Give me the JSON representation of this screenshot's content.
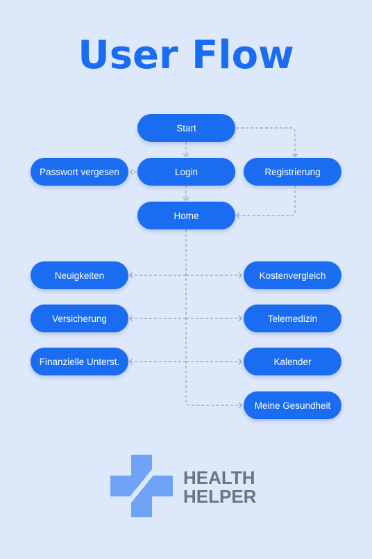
{
  "title": "User Flow",
  "nodes": {
    "start": "Start",
    "login": "Login",
    "registrierung": "Registrierung",
    "passwort": "Passwort vergesen",
    "home": "Home",
    "neuigkeiten": "Neuigkeiten",
    "versicherung": "Versicherung",
    "finanzielle": "Finanzielle Unterst.",
    "kostenvergleich": "Kostenvergleich",
    "telemedizin": "Telemedizin",
    "kalender": "Kalender",
    "gesundheit": "Meine Gesundheit"
  },
  "logo": {
    "line1": "HEALTH",
    "line2": "HELPER"
  },
  "colors": {
    "background": "#dde8fb",
    "node": "#1a6cf0",
    "title": "#1a6cf0",
    "connector": "#a3a9b4",
    "logo_cross": "#6ea3f5",
    "logo_text": "#6b7480"
  }
}
